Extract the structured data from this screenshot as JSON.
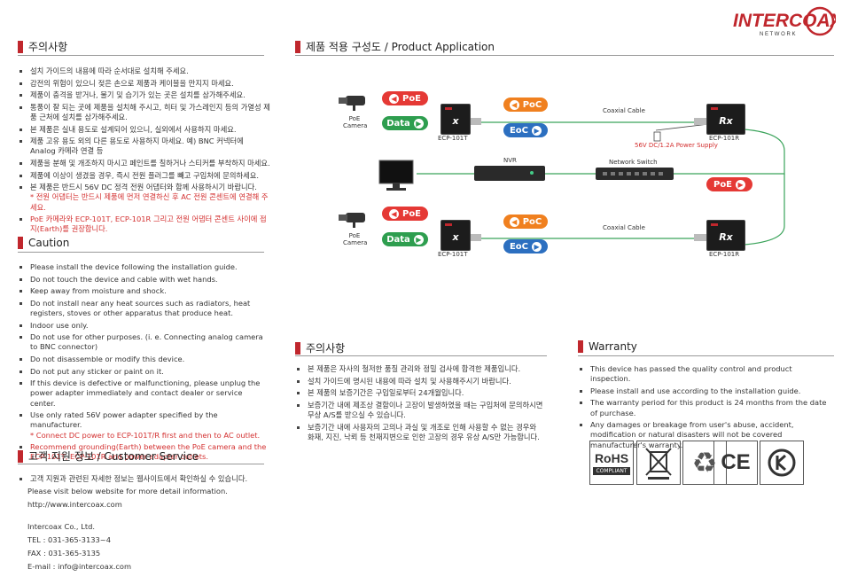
{
  "brand": {
    "name": "INTERCOAX",
    "sub": "N E T W O R K"
  },
  "kr_caution": {
    "title": "주의사항",
    "items": [
      "설치 가이드의 내용에 따라 순서대로 설치해 주세요.",
      "감전의 위험이 있으니 젖은 손으로 제품과 케이블을 만지지 마세요.",
      "제품이 충격을 받거나, 물기 및 습기가 있는 곳은 설치를 삼가해주세요.",
      "통풍이 잘 되는 곳에 제품을 설치해 주시고, 히터 및 가스레인지 등의 가열성 제품 근처에 설치를 삼가해주세요.",
      "본 제품은 실내 용도로 설계되어 있으니, 실외에서 사용하지 마세요.",
      "제품 고유 용도 외의 다른 용도로 사용하지 마세요. 예) BNC 커넥터에 Analog 카메라 연결 등",
      "제품을 분해 및 개조하지 마시고 페인트를 칠하거나 스티커를 부착하지 마세요.",
      "제품에 이상이 생겼을 경우, 즉시 전원 플러그를 빼고 구입처에 문의하세요.",
      "본 제품은 반드시 56V DC 정격 전원 어댑터와 함께 사용하시기 바랍니다."
    ],
    "kr_note": "* 전원 어댑터는 반드시 제품에 먼저 연결하신 후 AC 전원 콘센트에 연결해 주세요.",
    "kr_red": "PoE 카메라와 ECP-101T, ECP-101R 그리고 전원 어댑터 콘센트 사이에 접지(Earth)를 권장합니다."
  },
  "en_caution": {
    "title": "Caution",
    "items": [
      "Please install the device following the installation guide.",
      "Do not touch the device and cable with wet hands.",
      "Keep away from moisture and shock.",
      "Do not install near any heat sources such as radiators, heat registers, stoves or other apparatus that produce heat.",
      "Indoor use only.",
      "Do not use for other purposes. (i. e. Connecting analog camera to BNC connector)",
      "Do not disassemble or modify this device.",
      "Do not put any sticker or paint on it.",
      "If this device is defective or malfunctioning, please unplug the power adapter immediately and contact dealer or service center.",
      "Use only rated 56V power adapter specified by the manufacturer."
    ],
    "en_note": "* Connect DC power to ECP-101T/R first and then to AC outlet.",
    "en_red": "Recommend grounding(Earth) between the PoE camera and the ECP-101T, ECP-101R and power adapter outlets."
  },
  "customer": {
    "title": "고객 지원 정보 / Customer Service",
    "bullet": "고객 지원과 관련된 자세한 정보는 웹사이트에서 확인하실 수 있습니다.",
    "visit": "Please visit below website for more detail information.",
    "url": "http://www.intercoax.com",
    "company": "Intercoax Co., Ltd.",
    "tel": "TEL : 031-365-3133~4",
    "fax": "FAX : 031-365-3135",
    "email": "E-mail : info@intercoax.com"
  },
  "application": {
    "title": "제품 적용 구성도 / Product Application",
    "poe": "PoE",
    "data": "Data",
    "poc": "PoC",
    "eoc": "EoC",
    "camera": "PoE Camera",
    "coax": "Coaxial Cable",
    "tx": "ECP-101T",
    "rx": "ECP-101R",
    "power": "56V DC/1.2A Power Supply",
    "nvr": "NVR",
    "switch": "Network Switch"
  },
  "kr_warranty": {
    "title": "주의사항",
    "items": [
      "본 제품은 자사의 철저한 품질 관리와 정밀 검사에 합격한 제품입니다.",
      "설치 가이드에 명시된 내용에 따라 설치 및 사용해주시기 바랍니다.",
      "본 제품의 보증기간은 구입일로부터 24개월입니다.",
      "보증기간 내에 제조상 결함이나 고장이 발생하였을 때는 구입처에 문의하시면 무상 A/S를 받으실 수 있습니다.",
      "보증기간 내에 사용자의 고의나 과실 및 개조로 인해 사용할 수 없는 경우와 화재, 지진, 낙뢰 등 천재지변으로 인한 고장의 경우 유상 A/S만 가능합니다."
    ]
  },
  "warranty": {
    "title": "Warranty",
    "items": [
      "This device has passed the quality control and product inspection.",
      "Please install and use according to the installation guide.",
      "The warranty period for this product is 24 months from the date of purchase.",
      "Any damages or breakage from user's abuse, accident, modification or natural disasters will not be covered manufacturer's warranty."
    ]
  },
  "certs": {
    "rohs": "RoHS",
    "rohs_sub": "COMPLIANT",
    "ce": "CE"
  },
  "colors": {
    "accent": "#c0272d",
    "poe_red": "#e53935",
    "data_green": "#2e9e4f",
    "poc_orange": "#f0801f",
    "eoc_blue": "#2c6fc0",
    "line_green": "#3aa35a"
  }
}
